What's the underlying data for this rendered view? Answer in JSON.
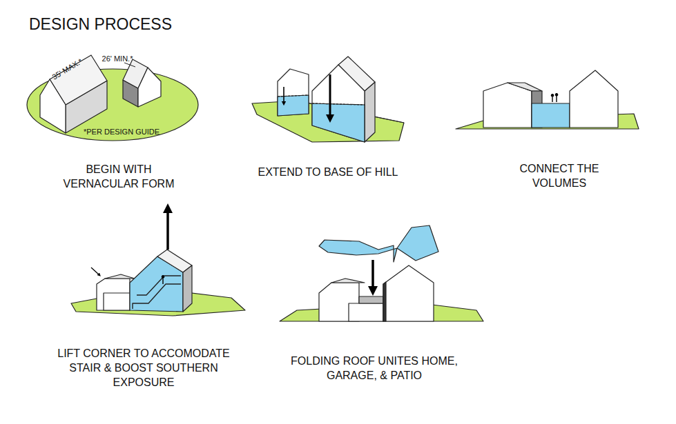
{
  "diagram": {
    "title": "DESIGN PROCESS",
    "labels": [
      "35' MAX.*",
      "26' MIN.*",
      "*PER DESIGN GUIDE",
      "BEGIN WITH VERNACULAR FORM",
      "EXTEND TO BASE OF HILL",
      "CONNECT THE VOLUMES",
      "LIFT CORNER TO ACCOMODATE STAIR & BOOST SOUTHERN EXPOSURE",
      "FOLDING ROOF UNITES HOME, GARAGE, & PATIO"
    ]
  }
}
